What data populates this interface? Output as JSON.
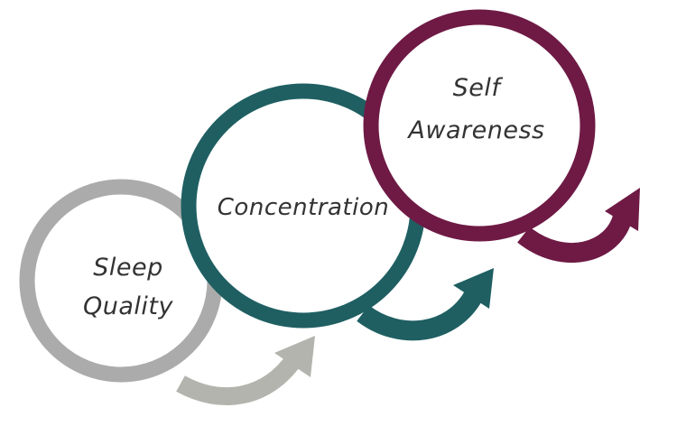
{
  "diagram": {
    "stages": [
      {
        "id": "sleep",
        "label_lines": [
          "Sleep",
          "Quality"
        ],
        "color": "#ABABAB",
        "arrow_color": "#B4B4AE"
      },
      {
        "id": "concentration",
        "label_lines": [
          "Concentration"
        ],
        "color": "#1F5F62",
        "arrow_color": "#1F5F62"
      },
      {
        "id": "self",
        "label_lines": [
          "Self",
          "Awareness"
        ],
        "color": "#6E1A45",
        "arrow_color": "#6E1A45"
      }
    ]
  }
}
